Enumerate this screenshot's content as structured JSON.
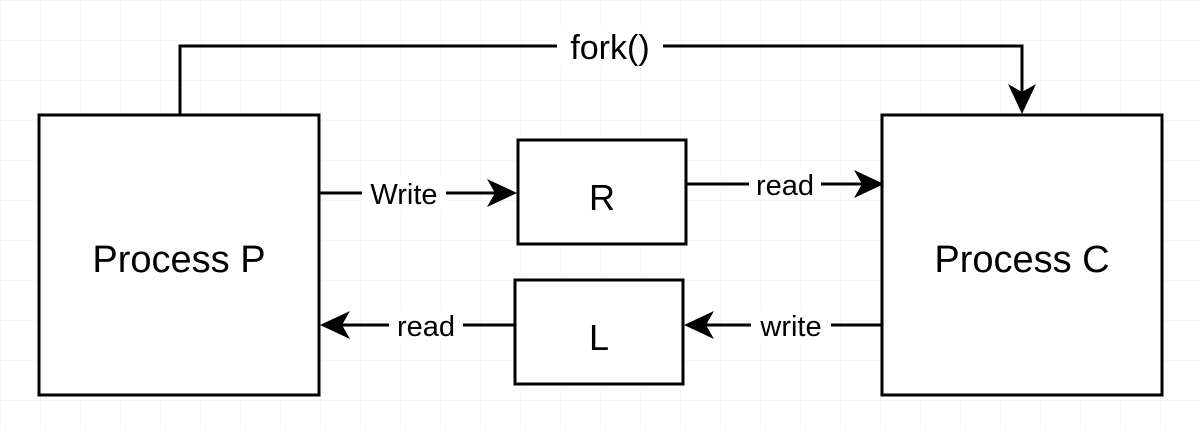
{
  "diagram": {
    "colors": {
      "background": "#ffffff",
      "grid": "#e6e6e6",
      "stroke": "#000000"
    },
    "nodes": {
      "process_p": {
        "label": "Process P"
      },
      "process_c": {
        "label": "Process C"
      },
      "pipe_r": {
        "label": "R"
      },
      "pipe_l": {
        "label": "L"
      }
    },
    "edges": {
      "fork": {
        "label": "fork()",
        "from": "Process P",
        "to": "Process C"
      },
      "p_write_r": {
        "label": "Write",
        "from": "Process P",
        "to": "R"
      },
      "r_read_c": {
        "label": "read",
        "from": "R",
        "to": "Process C"
      },
      "c_write_l": {
        "label": "write",
        "from": "Process C",
        "to": "L"
      },
      "l_read_p": {
        "label": "read",
        "from": "L",
        "to": "Process P"
      }
    }
  }
}
